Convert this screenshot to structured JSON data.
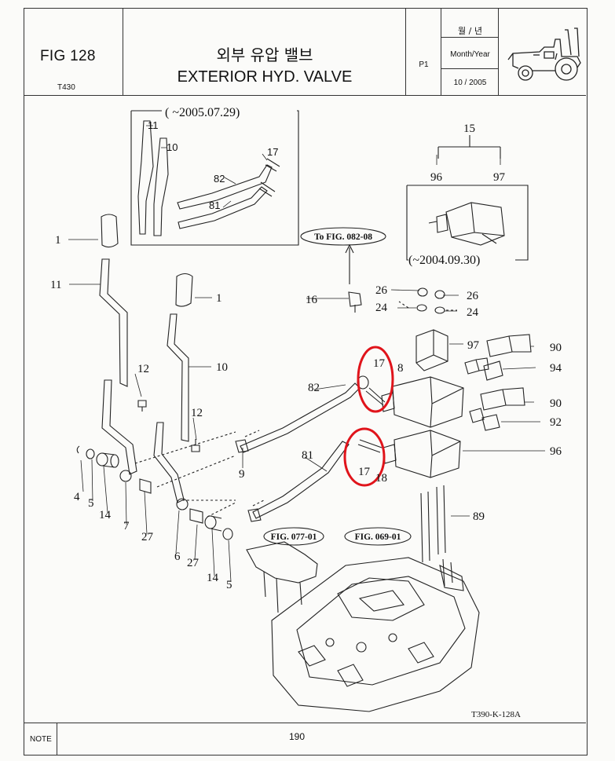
{
  "header": {
    "fig_label": "FIG 128",
    "model": "T430",
    "title_ko": "외부 유압 밸브",
    "title_en": "EXTERIOR HYD. VALVE",
    "page_code": "P1",
    "date_label_ko": "월 / 년",
    "date_label_en": "Month/Year",
    "date_value": "10 / 2005"
  },
  "footer": {
    "note_label": "NOTE",
    "page_number": "190"
  },
  "drawing": {
    "drawing_code": "T390-K-128A",
    "inset_top_date": "( ~2005.07.29)",
    "inset_right_date": "(~2004.09.30)",
    "refs": {
      "to_fig_08208": "To FIG. 082-08",
      "fig_07701": "FIG. 077-01",
      "fig_06901": "FIG. 069-01"
    },
    "callouts": {
      "n1": "1",
      "n4": "4",
      "n5": "5",
      "n6": "6",
      "n7": "7",
      "n8": "8",
      "n9": "9",
      "n10": "10",
      "n11": "11",
      "n12": "12",
      "n14": "14",
      "n15": "15",
      "n16": "16",
      "n17": "17",
      "n18": "18",
      "n24": "24",
      "n26": "26",
      "n27": "27",
      "n81": "81",
      "n82": "82",
      "n89": "89",
      "n90": "90",
      "n92": "92",
      "n94": "94",
      "n96": "96",
      "n97": "97"
    },
    "highlight_color": "#e0141b"
  }
}
